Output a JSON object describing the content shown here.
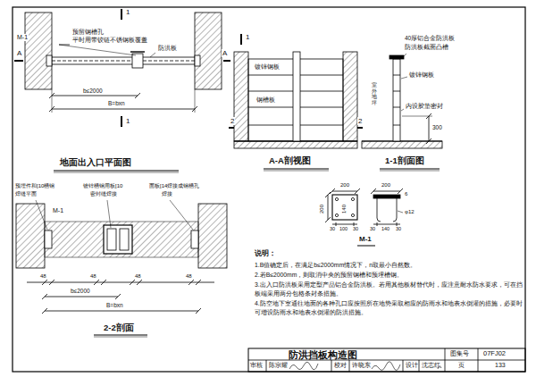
{
  "diagram": {
    "title": "防洪挡板构造图",
    "labels": [
      "M-1",
      "预留钢槽孔",
      "平时用带铰链不锈钢板覆盖",
      "防洪板",
      "A",
      "A",
      "1",
      "1",
      "b≤2000",
      "B=bxn",
      "地面出入口平面图",
      "1",
      "镀锌钢板",
      "钢槽板",
      "2",
      "2",
      "A-A剖视图",
      "40厚铝合金防洪板",
      "防洪板截面凸槽",
      "镀锌钢板",
      "内设胶垫密封",
      "300",
      "室外地坪",
      "1-1剖面图",
      "预埋件和[10槽钢",
      "焊缝平面",
      "镀锌槽钢用板[10",
      "密封缝焊接",
      "面板[14焊接成钢槽孔",
      "焊接",
      "M-1",
      "48",
      "48",
      "48",
      "48",
      "b≤2000",
      "B=bxn",
      "2-2剖面",
      "200",
      "200",
      "140",
      "30",
      "100",
      "30",
      "200",
      "6",
      "30",
      "140",
      "30",
      "φ12",
      "M-1",
      "说明：",
      "1.B值确定后，在满足b≤2000mm情况下，n取最小自然数。",
      "2.若B≤2000mm，则取消中央的预留钢槽和预埋槽钢。",
      "3.出入口防洪板采用定型产品铝合金防洪板。若用其他板材替代时，应注意耐水防水要求，可在挡板端采用两分包格条封条措施。",
      "4.防空地下室通往地面的各种孔口应按照所在地势采取相应的防雨水和地表水倒灌的措施，必要时可增设防雨水和地表水倒灌的防洪措施。",
      "图集号",
      "07FJ02",
      "审核",
      "陈宗耀",
      "校对",
      "许晓东",
      "设计",
      "沈志红",
      "页",
      "133"
    ]
  }
}
